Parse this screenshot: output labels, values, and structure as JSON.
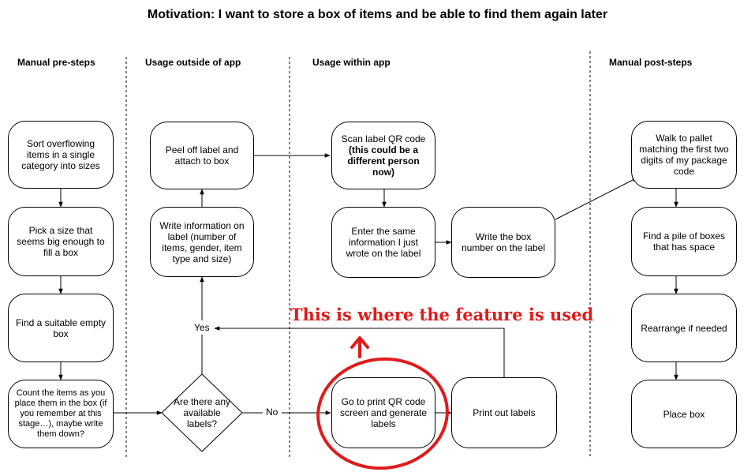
{
  "title": "Motivation: I want to store a box of items and be able to find them again later",
  "columns": [
    "Manual pre-steps",
    "Usage outside of app",
    "Usage within app",
    "Manual post-steps"
  ],
  "nodes": {
    "sort": "Sort overflowing items in a single category into sizes",
    "pick": "Pick a size that seems big enough to fill a box",
    "find_box": "Find a suitable empty box",
    "count": "Count the items as you place them in the box (if you remember at this stage…), maybe write them down?",
    "peel": "Peel off label and attach to box",
    "write_info": "Write information on label (number of items, gender, item type and size)",
    "decision": "Are there any available labels?",
    "scan_line1": "Scan label QR code",
    "scan_line2": "(this could be a different person now)",
    "enter_info": "Enter the same information I just wrote on the label",
    "write_box": "Write the box number on the label",
    "go_print": "Go to print QR code screen and generate labels",
    "print_out": "Print out labels",
    "walk": "Walk to pallet matching the first two digits of my package code",
    "find_pile": "Find a pile of boxes that has space",
    "rearrange": "Rearrange if needed",
    "place": "Place box"
  },
  "edge_labels": {
    "yes": "Yes",
    "no": "No"
  },
  "annotation": "This is where the feature is used",
  "colors": {
    "annotation": "#e01b1b",
    "line": "#000000"
  }
}
